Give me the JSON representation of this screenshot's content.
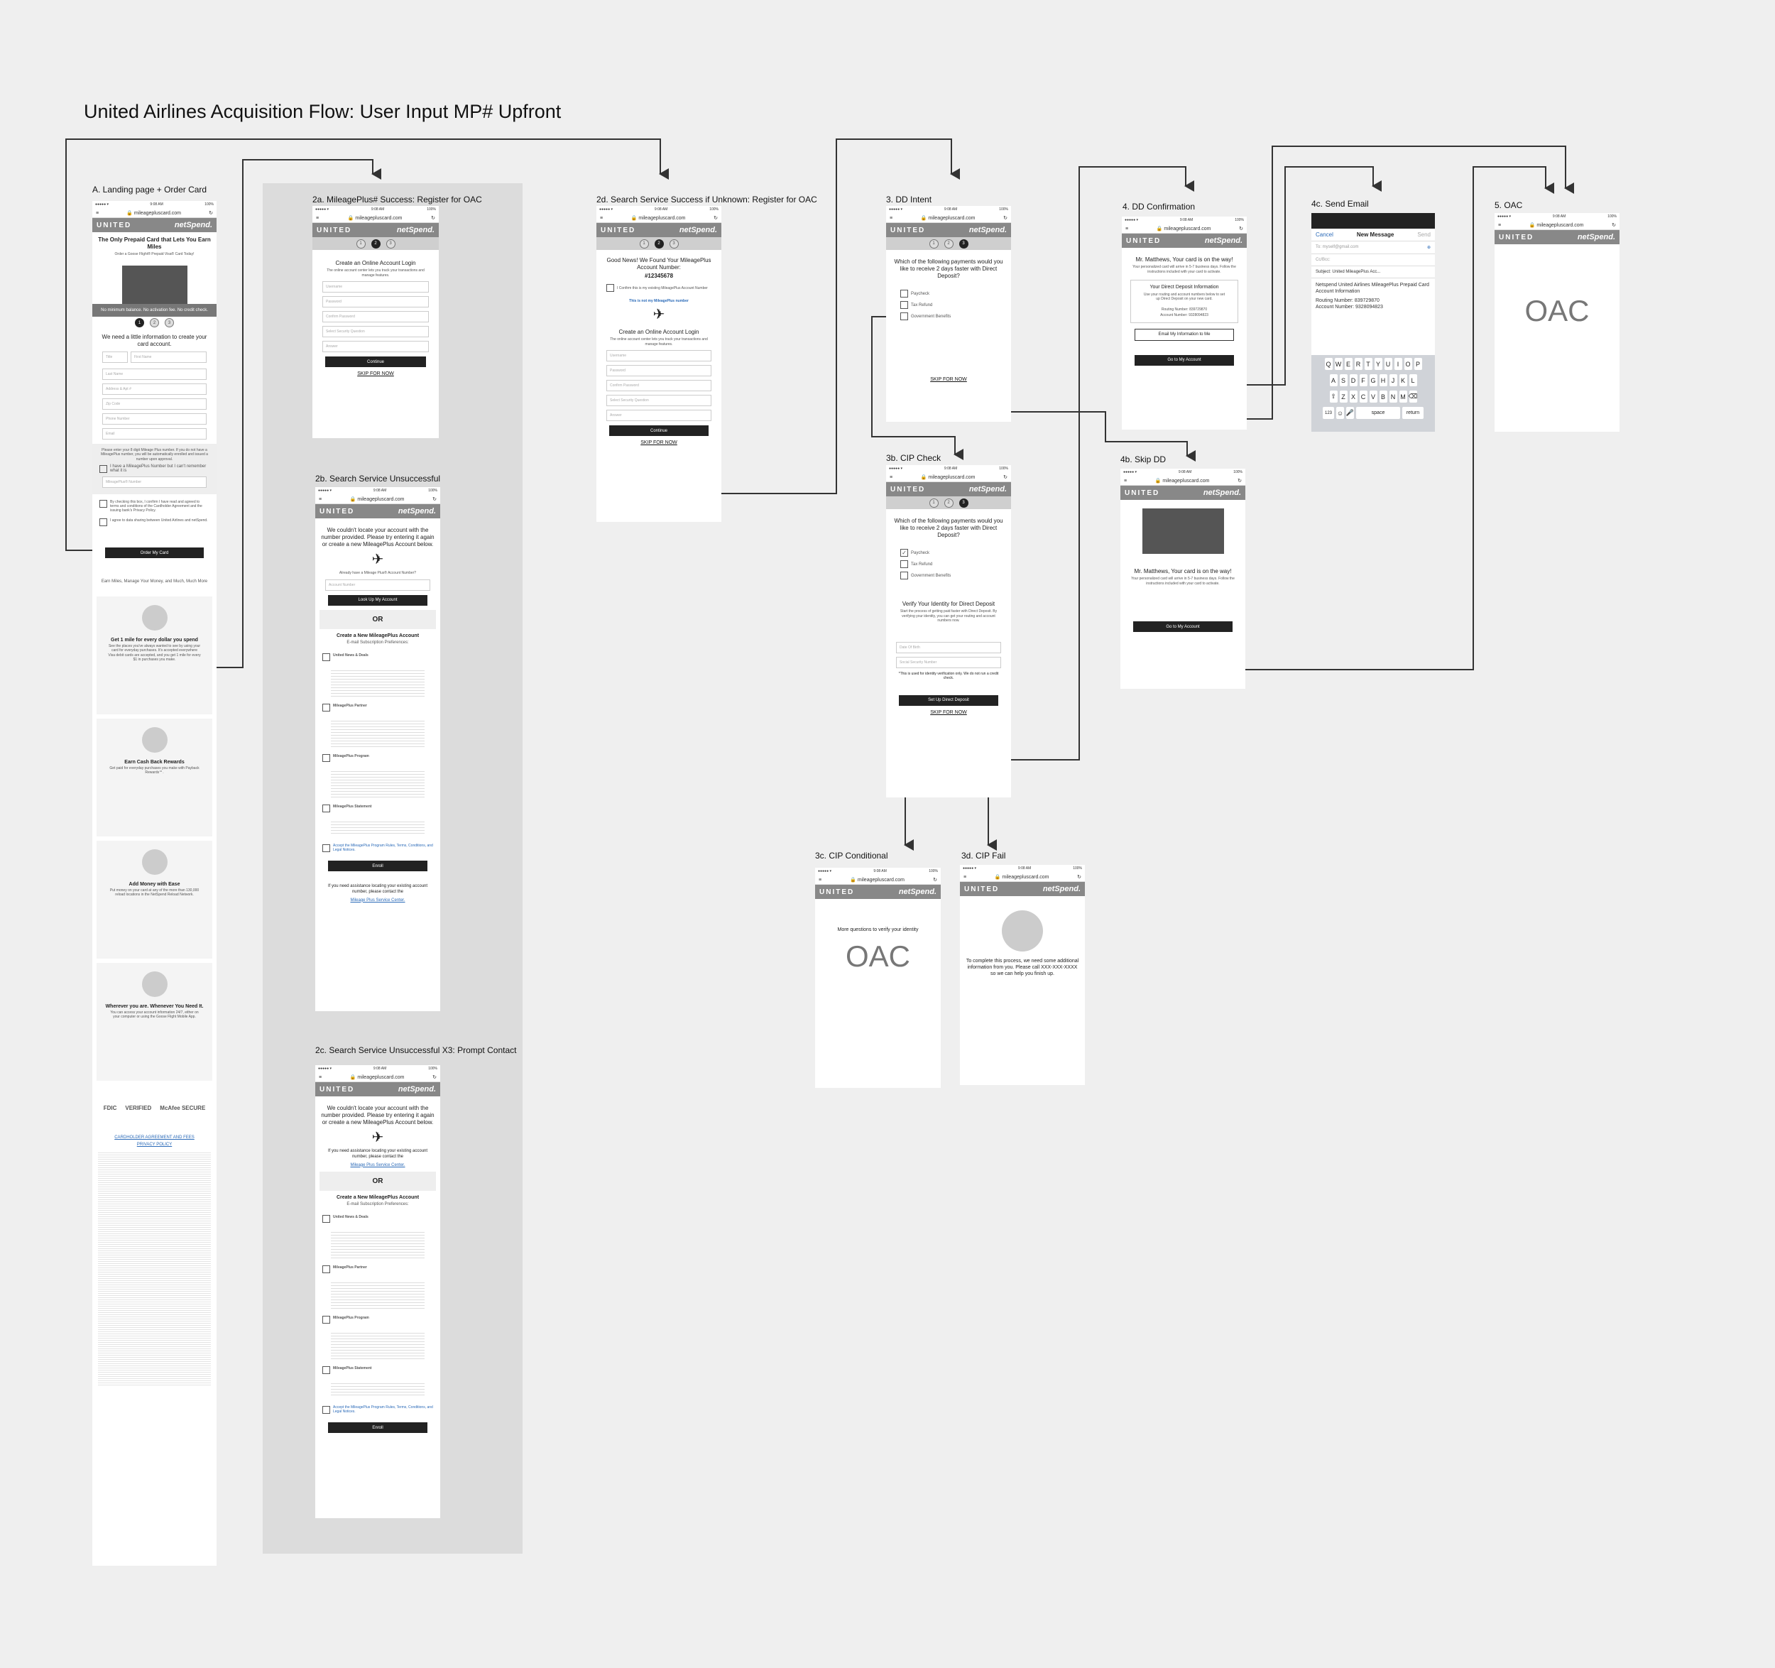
{
  "title": "United Airlines Acquisition Flow: User Input MP# Upfront",
  "common": {
    "time": "9:08 AM",
    "battery": "100%",
    "carrier": "●●●●● ▾",
    "url": "🔒 mileagepluscard.com",
    "united": "UNITED",
    "netspend": "netSpend."
  },
  "labels": {
    "a": "A. Landing page + Order Card",
    "s2a": "2a. MileagePlus# Success: Register for OAC",
    "s2b": "2b. Search Service Unsuccessful",
    "s2c": "2c. Search Service Unsuccessful X3: Prompt Contact",
    "s2d": "2d. Search Service Success if Unknown: Register for OAC",
    "s3": "3. DD Intent",
    "s3b": "3b. CIP Check",
    "s3c": "3c. CIP Conditional",
    "s3d": "3d. CIP Fail",
    "s4": "4. DD Confirmation",
    "s4b": "4b. Skip DD",
    "s4c": "4c. Send Email",
    "s5": "5. OAC"
  },
  "landing": {
    "headline": "The Only Prepaid Card that Lets You Earn Miles",
    "sub": "Order a Goose Flight® Prepaid Visa® Card Today!",
    "banner": "No minimum balance. No activation fee. No credit check.",
    "need": "We need a little information to create your card account.",
    "fields": [
      "Title",
      "First Name",
      "Last Name",
      "Address & Apt #",
      "Zip Code",
      "Phone Number",
      "Email"
    ],
    "mp_note": "Please enter your 8 digit Mileage Plus number. If you do not have a MileagePlus number, you will be automatically enrolled and issued a number upon approval.",
    "mp_check": "I have a MileagePlus Number but I can't remember what it is",
    "mp_field": "MileagePlus® Number",
    "agree1": "By checking this box, I confirm I have read and agreed to terms and conditions of the Cardholder Agreement and the issuing bank's Privacy Policy.",
    "agree2": "I agree to data sharing between United Airlines and netSpend.",
    "order": "Order My Card",
    "earn": "Earn Miles, Manage Your Money, and Much, Much More",
    "features": [
      {
        "h": "Get 1 mile for every dollar you spend",
        "t": "See the places you've always wanted to see by using your card for everyday purchases. It's accepted everywhere Visa debit cards are accepted, and you get 1 mile for every $1 in purchases you make."
      },
      {
        "h": "Earn Cash Back Rewards",
        "t": "Get paid for everyday purchases you make with Payback Rewards℠."
      },
      {
        "h": "Add Money with Ease",
        "t": "Put money on your card at any of the more than 130,000 reload locations in the NetSpend Reload Network."
      },
      {
        "h": "Wherever you are. Whenever You Need It.",
        "t": "You can access your account information 24/7, either on your computer or using the Goose Flight Mobile App."
      }
    ],
    "logos": [
      "FDIC",
      "VERIFIED",
      "McAfee SECURE"
    ],
    "agreement": "CARDHOLDER AGREEMENT AND FEES",
    "privacy": "PRIVACY POLICY"
  },
  "s2a": {
    "h": "Create an Online Account Login",
    "s": "The online account center lets you track your transactions and manage features.",
    "fields": [
      "Username",
      "Password",
      "Confirm Password",
      "Select Security Question",
      "Answer"
    ],
    "btn": "Continue",
    "skip": "SKIP FOR NOW"
  },
  "s2b": {
    "h": "We couldn't locate your account with the number provided. Please try entering it again or create a new MileagePlus Account below.",
    "q": "Already have a Mileage Plus® Account Number?",
    "field": "Account Number",
    "btn": "Look Up My Account",
    "or": "OR",
    "create": "Create a New MileagePlus Account",
    "prefs": "E-mail Subscription Preferences:",
    "opts": [
      "United News & Deals",
      "MileagePlus Partner",
      "MileagePlus Program",
      "MileagePlus Statement"
    ],
    "accept": "Accept the MileagePlus Program Rules, Terms, Conditions, and Legal Notices.",
    "enroll": "Enroll",
    "help": "If you need assistance locating your existing account number, please contact the",
    "helplink": "Mileage Plus Service Center."
  },
  "s2c": {
    "h": "We couldn't locate your account with the number provided. Please try entering it again or create a new MileagePlus Account below.",
    "help": "If you need assistance locating your existing account number, please contact the",
    "helplink": "Mileage Plus Service Center.",
    "or": "OR",
    "create": "Create a New MileagePlus Account",
    "prefs": "E-mail Subscription Preferences:",
    "opts": [
      "United News & Deals",
      "MileagePlus Partner",
      "MileagePlus Program",
      "MileagePlus Statement"
    ],
    "accept": "Accept the MileagePlus Program Rules, Terms, Conditions, and Legal Notices.",
    "enroll": "Enroll"
  },
  "s2d": {
    "h": "Good News! We Found Your MileagePlus Account Number:",
    "num": "#12345678",
    "confirm": "I Confirm this is my existing MileagePlus Account Number",
    "notmine": "This is not my MileagePlus number",
    "h2": "Create an Online Account Login",
    "s": "The online account center lets you track your transactions and manage features.",
    "fields": [
      "Username",
      "Password",
      "Confirm Password",
      "Select Security Question",
      "Answer"
    ],
    "btn": "Continue",
    "skip": "SKIP FOR NOW"
  },
  "s3": {
    "q": "Which of the following payments would you like to receive 2 days faster with Direct Deposit?",
    "opts": [
      "Paycheck",
      "Tax Refund",
      "Government Benefits"
    ],
    "skip": "SKIP FOR NOW"
  },
  "s3b": {
    "q": "Which of the following payments would you like to receive 2 days faster with Direct Deposit?",
    "opts": [
      "Paycheck",
      "Tax Refund",
      "Government Benefits"
    ],
    "verify": "Verify Your Identity for Direct Deposit",
    "vs": "Start the process of getting paid faster with Direct Deposit. By verifying your identity, you can get your routing and account numbers now.",
    "fields": [
      "Date Of Birth",
      "Social Security Number"
    ],
    "note": "*This is used for identity verification only. We do not run a credit check.",
    "btn": "Set Up Direct Deposit",
    "skip": "SKIP FOR NOW"
  },
  "s3c": {
    "t": "More questions to verify your identity",
    "oac": "OAC"
  },
  "s3d": {
    "t": "To complete this process, we need some additional information from you. Please call XXX-XXX-XXXX so we can help you finish up."
  },
  "s4": {
    "h": "Mr. Matthews, Your card is on the way!",
    "s": "Your personalized card will arrive in 5-7 business days. Follow the instructions included with your card to activate.",
    "ddh": "Your Direct Deposit Information",
    "dds": "Use your routing and account numbers below to set up Direct Deposit on your new card.",
    "routing": "Routing Number: 839729870",
    "account": "Account Number: 9328094823",
    "email": "Email My Information to Me",
    "go": "Go to My Account"
  },
  "s4b": {
    "h": "Mr. Matthews, Your card is on the way!",
    "s": "Your personalized card will arrive in 5-7 business days. Follow the instructions included with your card to activate.",
    "go": "Go to My Account"
  },
  "s4c": {
    "cancel": "Cancel",
    "title": "New Message",
    "send": "Send",
    "to": "To: myself@gmail.com",
    "cc": "Cc/Bcc:",
    "subject": "Subject: United MileagePlus Acc...",
    "body": "Netspend United Airlines MileagePlus Prepaid Card Account Information",
    "routing": "Routing Number: 839729870",
    "account": "Account Number: 9328094823",
    "r1": [
      "Q",
      "W",
      "E",
      "R",
      "T",
      "Y",
      "U",
      "I",
      "O",
      "P"
    ],
    "r2": [
      "A",
      "S",
      "D",
      "F",
      "G",
      "H",
      "J",
      "K",
      "L"
    ],
    "r3": [
      "Z",
      "X",
      "C",
      "V",
      "B",
      "N",
      "M"
    ],
    "k123": "123",
    "space": "space",
    "ret": "return"
  },
  "s5": {
    "oac": "OAC"
  }
}
